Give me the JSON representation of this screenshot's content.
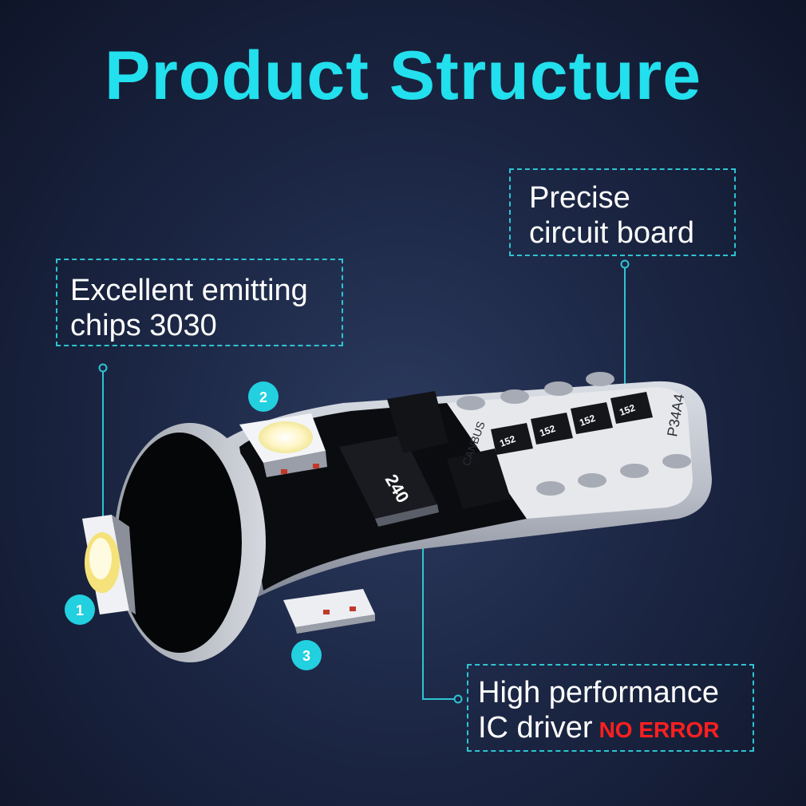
{
  "title": "Product Structure",
  "callouts": {
    "chips": {
      "line1": "Excellent emitting",
      "line2": "chips 3030"
    },
    "board": {
      "line1": "Precise",
      "line2": "circuit board"
    },
    "ic": {
      "line1": "High performance",
      "line2": "IC driver",
      "highlight": "NO ERROR"
    }
  },
  "markers": [
    "1",
    "2",
    "3"
  ],
  "pcb_labels": {
    "main_resistor": "240",
    "small_resistor": "152",
    "resistors": [
      "152",
      "152",
      "152"
    ],
    "board_print": "P34A4",
    "canbus_print": "CANBUS"
  },
  "colors": {
    "title": "#22e0ee",
    "callout_border": "#2fc4d2",
    "marker": "#22d0e0",
    "highlight": "#ff1f1f"
  }
}
